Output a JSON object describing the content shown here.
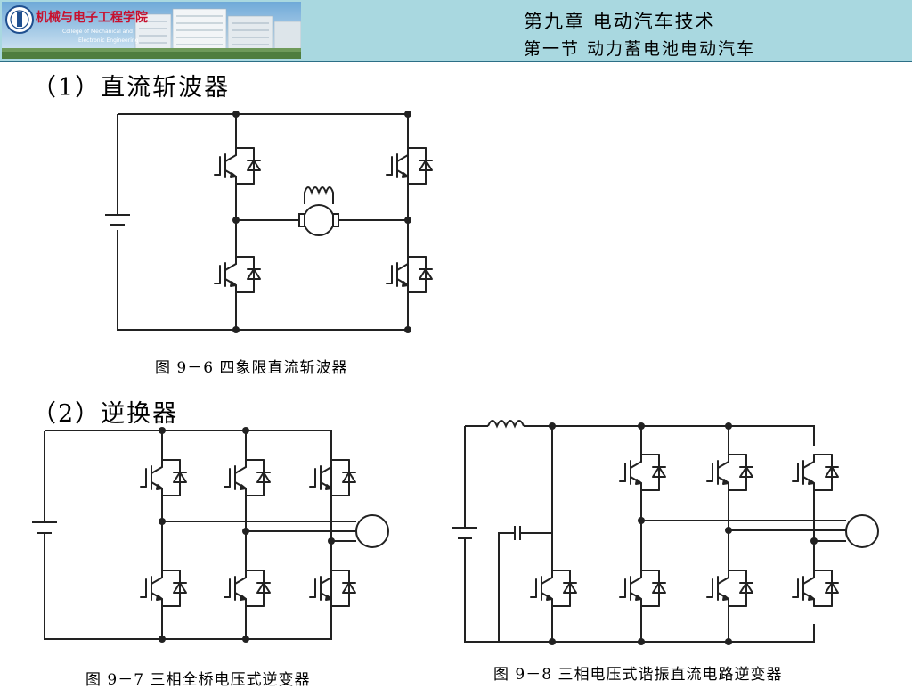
{
  "header": {
    "logo_title": "机械与电子工程学院",
    "logo_subtitle_1": "College of Mechanical and",
    "logo_subtitle_2": "Electronic Engineering",
    "chapter": "第九章  电动汽车技术",
    "section": "第一节   动力蓄电池电动汽车"
  },
  "content": {
    "heading_1": "（1）直流斩波器",
    "heading_2": "（2）逆换器",
    "caption_96": "图 9－6   四象限直流斩波器",
    "caption_97": "图 9－7   三相全桥电压式逆变器",
    "caption_98": "图 9－8   三相电压式谐振直流电路逆变器"
  },
  "colors": {
    "header_band": "#a9d8e0",
    "header_line": "#2c6f86",
    "logo_title_red": "#c8102e"
  }
}
